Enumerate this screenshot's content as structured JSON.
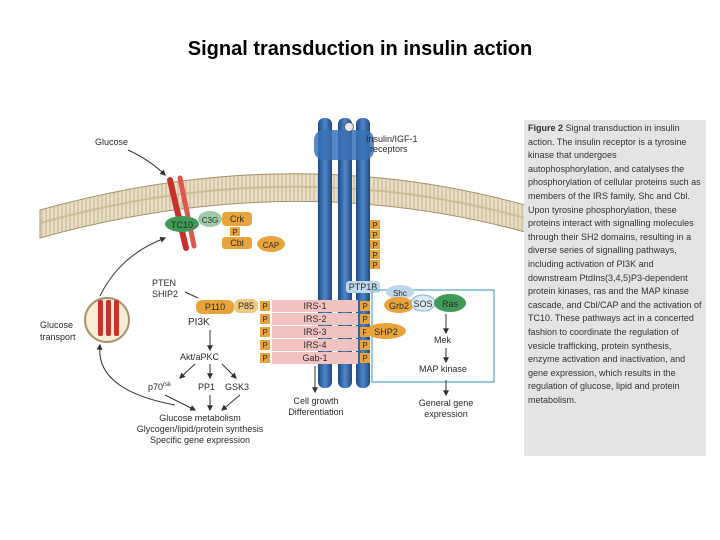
{
  "title": "Signal transduction in insulin action",
  "labels": {
    "glucose": "Glucose",
    "receptor_line1": "Insulin/IGF-1",
    "receptor_line2": "receptors",
    "glucose_transport_line1": "Glucose",
    "glucose_transport_line2": "transport",
    "tc10": "TC10",
    "c3g": "C3G",
    "crk": "Crk",
    "cbl": "Cbl",
    "cap": "CAP",
    "pten": "PTEN",
    "ship2": "SHIP2",
    "p110": "P110",
    "p85": "P85",
    "pi3k": "PI3K",
    "akt_pkc": "Akt/aPKC",
    "p70rsk": "p70",
    "p70rsk_sup": "rsk",
    "pp1": "PP1",
    "gsk3": "GSK3",
    "ptp1b": "PTP1B",
    "shc": "Shc",
    "grb2": "Grb2",
    "sos": "SOS",
    "ras": "Ras",
    "shp2": "SHP2",
    "mek": "Mek",
    "map_kinase": "MAP kinase",
    "cell_growth_line1": "Cell growth",
    "cell_growth_line2": "Differentiation",
    "gene_expr_line1": "General gene",
    "gene_expr_line2": "expression",
    "outcome_line1": "Glucose metabolism",
    "outcome_line2": "Glycogen/lipid/protein synthesis",
    "outcome_line3": "Specific gene expression",
    "phospho": "P"
  },
  "irs_rows": [
    "IRS-1",
    "IRS-2",
    "IRS-3",
    "IRS-4",
    "Gab-1"
  ],
  "caption": {
    "figure_label": "Figure 2",
    "text": "Signal transduction in insulin action. The insulin receptor is a tyrosine kinase that undergoes autophosphorylation, and catalyses the phosphorylation of cellular proteins such as members of the IRS family, Shc and Cbl. Upon tyrosine phosphorylation, these proteins interact with signalling molecules through their SH2 domains, resulting in a diverse series of signalling pathways, including activation of PI3K and downstream PtdIns(3,4,5)P3-dependent protein kinases, ras and the MAP kinase cascade, and Cbl/CAP and the activation of TC10. These pathways act in a concerted fashion to coordinate the regulation of vesicle trafficking, protein synthesis, enzyme activation and inactivation, and gene expression, which results in the regulation of glucose, lipid and protein metabolism."
  },
  "colors": {
    "membrane": "#d9c9a6",
    "receptor": "#2f64a8",
    "green_node": "#3f9a55",
    "orange_node": "#e8a43a",
    "irs_box": "#f2c2c0",
    "box_outline": "#7ab7d9",
    "glut_red": "#c8302c"
  }
}
